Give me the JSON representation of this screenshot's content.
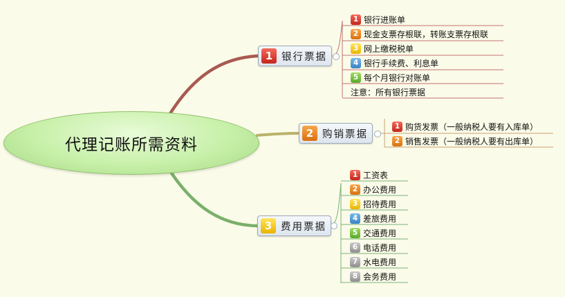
{
  "root": {
    "label": "代理记账所需资料"
  },
  "branches": [
    {
      "number": "1",
      "label": "银行票据",
      "color": "#c3261c",
      "items": [
        {
          "number": "1",
          "text": "银行进账单"
        },
        {
          "number": "2",
          "text": "现金支票存根联，转账支票存根联"
        },
        {
          "number": "3",
          "text": "网上缴税税单"
        },
        {
          "number": "4",
          "text": "银行手续费、利息单"
        },
        {
          "number": "5",
          "text": "每个月银行对账单"
        },
        {
          "number": "",
          "text": "注意：所有银行票据"
        }
      ]
    },
    {
      "number": "2",
      "label": "购销票据",
      "color": "#d9700f",
      "items": [
        {
          "number": "1",
          "text": "购货发票（一般纳税人要有入库单）"
        },
        {
          "number": "2",
          "text": "销售发票（一般纳税人要有出库单）"
        }
      ]
    },
    {
      "number": "3",
      "label": "费用票据",
      "color": "#e9b500",
      "items": [
        {
          "number": "1",
          "text": "工资表"
        },
        {
          "number": "2",
          "text": "办公费用"
        },
        {
          "number": "3",
          "text": "招待费用"
        },
        {
          "number": "4",
          "text": "差旅费用"
        },
        {
          "number": "5",
          "text": "交通费用"
        },
        {
          "number": "6",
          "text": "电话费用"
        },
        {
          "number": "7",
          "text": "水电费用"
        },
        {
          "number": "8",
          "text": "会务费用"
        }
      ]
    }
  ]
}
